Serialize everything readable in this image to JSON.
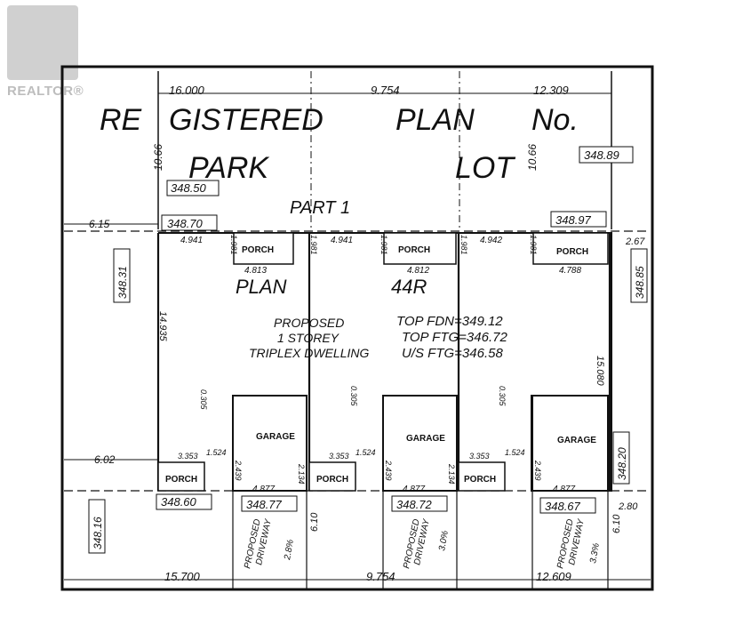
{
  "watermark": {
    "text": "REALTOR®",
    "icon": "realtor-logo-icon"
  },
  "header": {
    "title_words": [
      "RE",
      "GISTERED",
      "PLAN",
      "No."
    ],
    "park": "PARK",
    "lot": "LOT",
    "part": "PART 1",
    "plan": "PLAN",
    "plan_no": "44R"
  },
  "dimensions": {
    "top_left": "16.000",
    "top_mid": "9.754",
    "top_right": "12.309",
    "bottom_left": "15.700",
    "bottom_mid": "9.754",
    "bottom_right": "12.609",
    "left_vert": "10.66",
    "right_vert": "10.66",
    "left_side": "14.935",
    "right_side": "15.080",
    "setback_top_left": "6.15",
    "setback_mid_left": "6.02",
    "right_top": "2.67",
    "right_bottom": "2.80",
    "drive_a": "6.10",
    "drive_b": "6.10",
    "front_a": "4.941",
    "front_b": "4.941",
    "front_c": "4.942",
    "porch_w_a": "4.813",
    "porch_w_b": "4.812",
    "porch_w_c": "4.788",
    "porch_depth": "1.981",
    "garage_offset": "0.305",
    "porch_front": "3.353",
    "step": "1.524",
    "garage_depth": "2.439",
    "garage_side": "2.134",
    "garage_w": "4.877"
  },
  "elevations": {
    "e1": "348.89",
    "e2": "348.50",
    "e3": "348.70",
    "e4": "348.97",
    "e5": "348.31",
    "e6": "348.85",
    "e7": "348.20",
    "e8": "348.16",
    "e9": "348.60",
    "e10": "348.77",
    "e11": "348.72",
    "e12": "348.67"
  },
  "labels": {
    "porch": "PORCH",
    "garage": "GARAGE",
    "proposed": "PROPOSED",
    "storey": "1 STOREY",
    "dwelling": "TRIPLEX DWELLING",
    "top_fdn": "TOP FDN=349.12",
    "top_ftg": "TOP FTG=346.72",
    "us_ftg": "U/S FTG=346.58",
    "driveway_proposed": "PROPOSED",
    "driveway": "DRIVEWAY",
    "slope_a": "2.8%",
    "slope_b": "3.0%",
    "slope_c": "3.3%"
  }
}
